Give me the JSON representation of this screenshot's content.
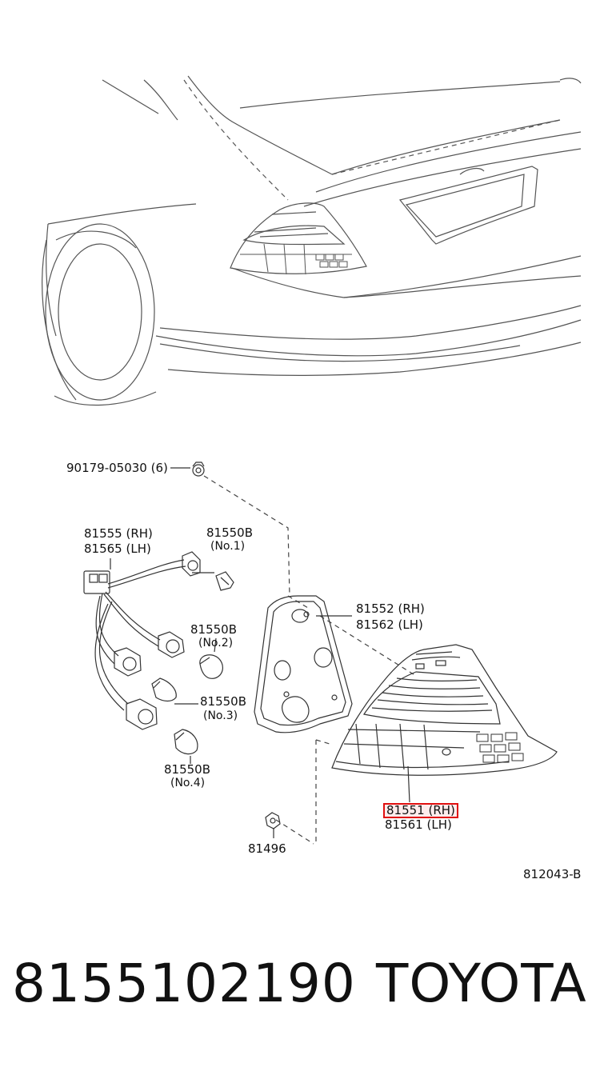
{
  "callouts": {
    "bolt_90179": "90179-05030 (6)",
    "wire_rh": "81555 (RH)",
    "wire_lh": "81565 (LH)",
    "bulb_1_part": "81550B",
    "bulb_1_no": "(No.1)",
    "bulb_2_part": "81550B",
    "bulb_2_no": "(No.2)",
    "bulb_3_part": "81550B",
    "bulb_3_no": "(No.3)",
    "bulb_4_part": "81550B",
    "bulb_4_no": "(No.4)",
    "gasket_rh": "81552 (RH)",
    "gasket_lh": "81562 (LH)",
    "lamp_rh": "81551 (RH)",
    "lamp_lh": "81561 (LH)",
    "screw_81496": "81496"
  },
  "diagram_ref": "812043-B",
  "part_number": "8155102190",
  "brand": "TOYOTA",
  "highlight_color": "#e01010"
}
